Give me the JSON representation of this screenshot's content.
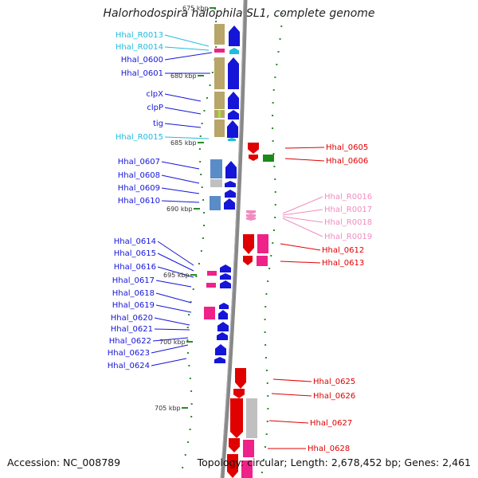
{
  "title": "Halorhodospira halophila SL1, complete genome",
  "footer": {
    "accession": "Accession: NC_008789",
    "topology": "Topology: circular; Length: 2,678,452 bp; Genes: 2,461"
  },
  "colors": {
    "cds_forward": "#1515d8",
    "cds_reverse": "#e00000",
    "rna_forward": "#22bbdd",
    "rna_reverse": "#f08cc0",
    "cog_olive": "#b8a56a",
    "cog_steel": "#5a8cc8",
    "cog_magenta": "#ee2288",
    "cog_grey": "#c0c0c0",
    "cog_green": "#1a8a1a",
    "cog_lime": "#a8e040",
    "gc_marker": "#2a8a2a",
    "backbone": "#888888"
  },
  "kbp_ticks": [
    "675 kbp",
    "680 kbp",
    "685 kbp",
    "690 kbp",
    "695 kbp",
    "700 kbp",
    "705 kbp"
  ],
  "forward_labels": [
    {
      "text": "Hhal_R0013",
      "type": "rna"
    },
    {
      "text": "Hhal_R0014",
      "type": "rna"
    },
    {
      "text": "Hhal_0600",
      "type": "cds"
    },
    {
      "text": "Hhal_0601",
      "type": "cds"
    },
    {
      "text": "clpX",
      "type": "cds"
    },
    {
      "text": "clpP",
      "type": "cds"
    },
    {
      "text": "tig",
      "type": "cds"
    },
    {
      "text": "Hhal_R0015",
      "type": "rna"
    },
    {
      "text": "Hhal_0607",
      "type": "cds"
    },
    {
      "text": "Hhal_0608",
      "type": "cds"
    },
    {
      "text": "Hhal_0609",
      "type": "cds"
    },
    {
      "text": "Hhal_0610",
      "type": "cds"
    },
    {
      "text": "Hhal_0614",
      "type": "cds"
    },
    {
      "text": "Hhal_0615",
      "type": "cds"
    },
    {
      "text": "Hhal_0616",
      "type": "cds"
    },
    {
      "text": "Hhal_0617",
      "type": "cds"
    },
    {
      "text": "Hhal_0618",
      "type": "cds"
    },
    {
      "text": "Hhal_0619",
      "type": "cds"
    },
    {
      "text": "Hhal_0620",
      "type": "cds"
    },
    {
      "text": "Hhal_0621",
      "type": "cds"
    },
    {
      "text": "Hhal_0622",
      "type": "cds"
    },
    {
      "text": "Hhal_0623",
      "type": "cds"
    },
    {
      "text": "Hhal_0624",
      "type": "cds"
    }
  ],
  "reverse_labels": [
    {
      "text": "Hhal_0605",
      "type": "cds"
    },
    {
      "text": "Hhal_0606",
      "type": "cds"
    },
    {
      "text": "Hhal_R0016",
      "type": "rna"
    },
    {
      "text": "Hhal_R0017",
      "type": "rna"
    },
    {
      "text": "Hhal_R0018",
      "type": "rna"
    },
    {
      "text": "Hhal_R0019",
      "type": "rna"
    },
    {
      "text": "Hhal_0612",
      "type": "cds"
    },
    {
      "text": "Hhal_0613",
      "type": "cds"
    },
    {
      "text": "Hhal_0625",
      "type": "cds"
    },
    {
      "text": "Hhal_0626",
      "type": "cds"
    },
    {
      "text": "Hhal_0627",
      "type": "cds"
    },
    {
      "text": "Hhal_0628",
      "type": "cds"
    }
  ]
}
